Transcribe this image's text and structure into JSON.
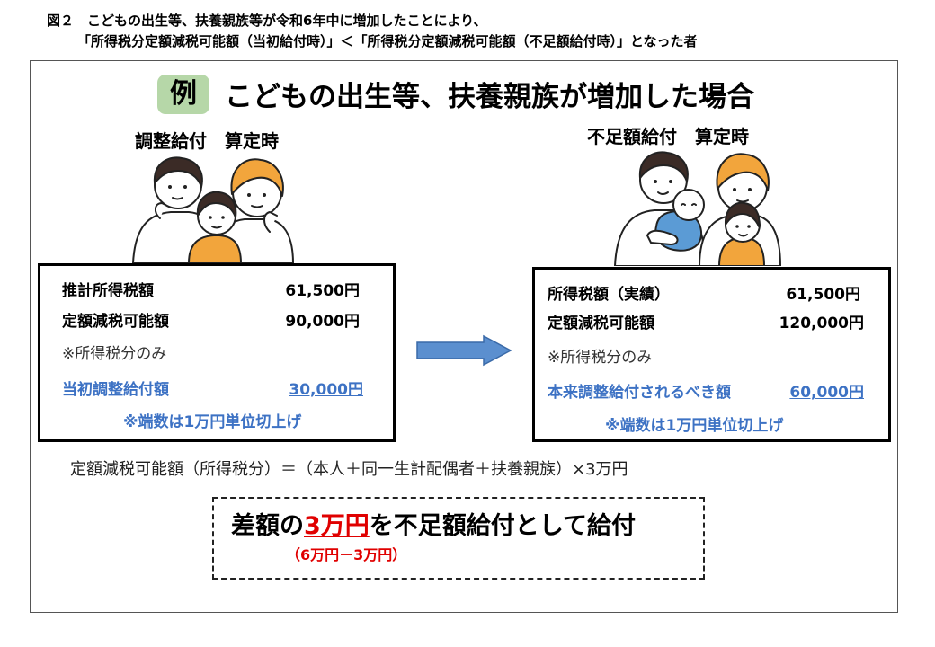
{
  "header": {
    "line1": "図２　こどもの出生等、扶養親族等が令和6年中に増加したことにより、",
    "line2": "「所得税分定額減税可能額（当初給付時）」＜「所得税分定額減税可能額（不足額給付時）」となった者"
  },
  "example": {
    "badge": "例",
    "title": "こどもの出生等、扶養親族が増加した場合"
  },
  "left": {
    "heading": "調整給付　算定時",
    "rows": [
      {
        "label": "推計所得税額",
        "amount": "61,500円"
      },
      {
        "label": "定額減税可能額",
        "amount": "90,000円"
      }
    ],
    "note": "※所得税分のみ",
    "highlight_label": "当初調整給付額",
    "highlight_amount": "30,000円",
    "rounding_note": "※端数は1万円単位切上げ"
  },
  "right": {
    "heading": "不足額給付　算定時",
    "rows": [
      {
        "label": "所得税額（実績）",
        "amount": "61,500円"
      },
      {
        "label": "定額減税可能額",
        "amount": "120,000円"
      }
    ],
    "note": "※所得税分のみ",
    "highlight_label": "本来調整給付されるべき額",
    "highlight_amount": "60,000円",
    "rounding_note": "※端数は1万円単位切上げ"
  },
  "formula": "定額減税可能額（所得税分）＝（本人＋同一生計配偶者＋扶養親族）×3万円",
  "result": {
    "prefix": "差額の",
    "amount": "3万円",
    "suffix": "を不足額給付として給付",
    "breakdown": "（6万円－3万円）"
  },
  "colors": {
    "badge": "#b6d7a8",
    "accent_blue": "#3d72c4",
    "arrow": "#5b8fcf",
    "result_red": "#e00000",
    "hair_dark": "#3b2b26",
    "hair_orange": "#f2a53c",
    "baby_blue": "#5b9bd5"
  }
}
